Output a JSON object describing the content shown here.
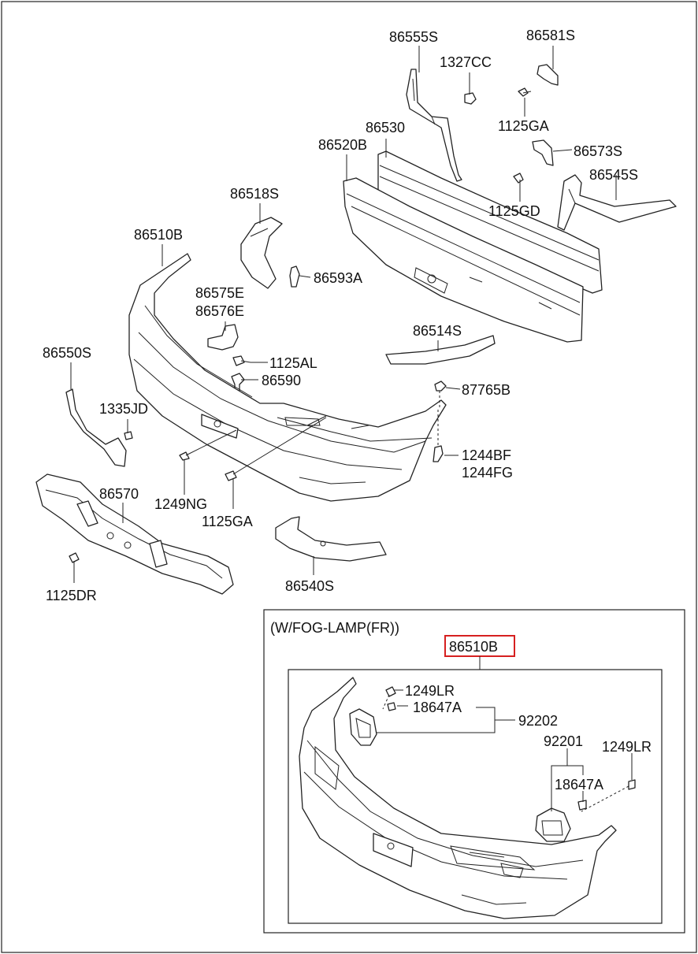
{
  "diagram": {
    "labels": {
      "p86555S": "86555S",
      "p86581S": "86581S",
      "p1327CC": "1327CC",
      "p1125GA_top": "1125GA",
      "p86530": "86530",
      "p86520B": "86520B",
      "p86573S": "86573S",
      "p86545S": "86545S",
      "p1125GD": "1125GD",
      "p86518S": "86518S",
      "p86510B": "86510B",
      "p86593A": "86593A",
      "p86575E": "86575E",
      "p86576E": "86576E",
      "p86514S": "86514S",
      "p86550S": "86550S",
      "p1125AL": "1125AL",
      "p86590": "86590",
      "p87765B": "87765B",
      "p1335JD": "1335JD",
      "p1244BF": "1244BF",
      "p1244FG": "1244FG",
      "p86570": "86570",
      "p1249NG": "1249NG",
      "p1125GA_low": "1125GA",
      "p1125DR": "1125DR",
      "p86540S": "86540S"
    },
    "inset": {
      "title": "(W/FOG-LAMP(FR))",
      "highlighted": "86510B",
      "p1249LR_a": "1249LR",
      "p18647A_a": "18647A",
      "p92202": "92202",
      "p92201": "92201",
      "p1249LR_b": "1249LR",
      "p18647A_b": "18647A"
    },
    "colors": {
      "line": "#222222",
      "highlight_border": "#d62020",
      "background": "#ffffff"
    }
  }
}
